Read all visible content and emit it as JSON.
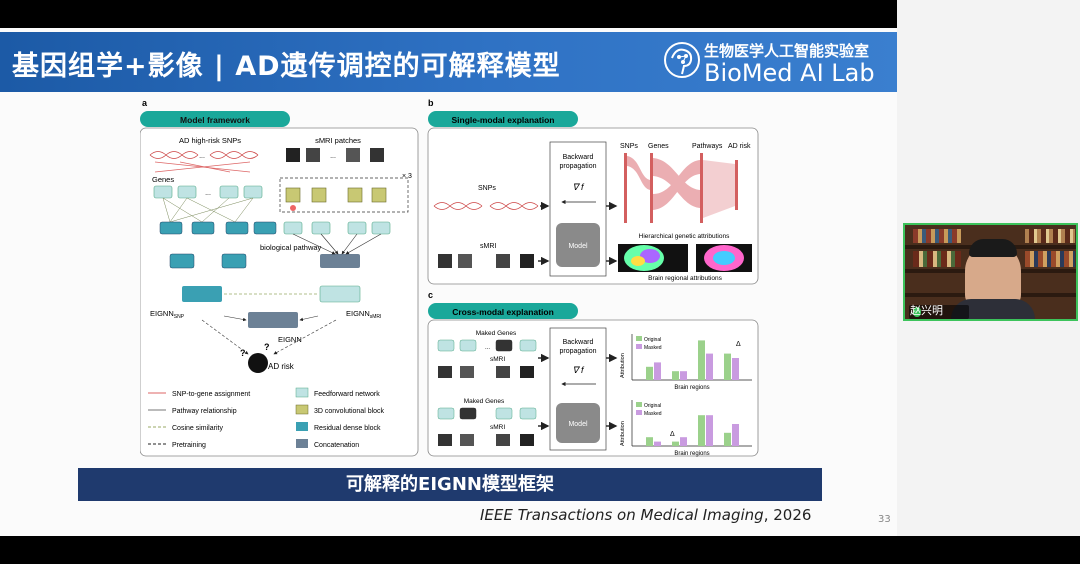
{
  "slide": {
    "title": "基因组学+影像 | AD遗传调控的可解释模型",
    "lab_name_cn": "生物医学人工智能实验室",
    "lab_name_en": "BioMed AI Lab",
    "caption": "可解释的EIGNN模型框架",
    "citation_journal": "IEEE Transactions on Medical Imaging",
    "citation_year": ", 2026",
    "page_number": "33"
  },
  "figure": {
    "panel_a": {
      "letter": "a",
      "title": "Model framework",
      "snps_label": "AD high-risk SNPs",
      "smri_label": "sMRI patches",
      "genes_label": "Genes",
      "times3": "× 3",
      "pathway_label": "biological pathway",
      "eignn_snp": "EIGNN",
      "eignn_snp_sub": "SNP",
      "eignn_smri": "EIGNN",
      "eignn_smri_sub": "sMRI",
      "eignn": "EIGNN",
      "ad_risk": "AD risk",
      "dots": "...",
      "legend": [
        {
          "label": "SNP-to-gene assignment"
        },
        {
          "label": "Pathway relationship"
        },
        {
          "label": "Cosine similarity"
        },
        {
          "label": "Pretraining"
        },
        {
          "label": "Feedforward network"
        },
        {
          "label": "3D convolutional block"
        },
        {
          "label": "Residual dense block"
        },
        {
          "label": "Concatenation"
        }
      ]
    },
    "panel_b": {
      "letter": "b",
      "title": "Single-modal explanation",
      "snps": "SNPs",
      "backward": "Backward",
      "propagation": "propagation",
      "nabla": "∇ f",
      "col_snps": "SNPs",
      "col_genes": "Genes",
      "col_pathways": "Pathways",
      "col_adrisk": "AD risk",
      "hier_label": "Hierarchical genetic attributions",
      "smri": "sMRI",
      "model": "Model",
      "brain_label": "Brain regional attributions"
    },
    "panel_c": {
      "letter": "c",
      "title": "Cross-modal explanation",
      "maked_genes": "Maked Genes",
      "smri": "sMRI",
      "backward": "Backward",
      "propagation": "propagation",
      "nabla": "∇ f",
      "model": "Model",
      "attribution": "Attribution",
      "brain_regions": "Brain regions",
      "original": "Original",
      "masked": "Masked",
      "delta": "Δ",
      "chart1": {
        "original": [
          3,
          2,
          9,
          6
        ],
        "masked": [
          4,
          2,
          6,
          5
        ]
      },
      "chart2": {
        "original": [
          2,
          1,
          7,
          3
        ],
        "masked": [
          1,
          2,
          7,
          5
        ]
      }
    }
  },
  "video": {
    "name": "赵兴明"
  },
  "colors": {
    "header": "#2f72c4",
    "teal": "#1aa89a",
    "caption_bar": "#1f3a6e",
    "cam_border": "#3cc35b"
  }
}
